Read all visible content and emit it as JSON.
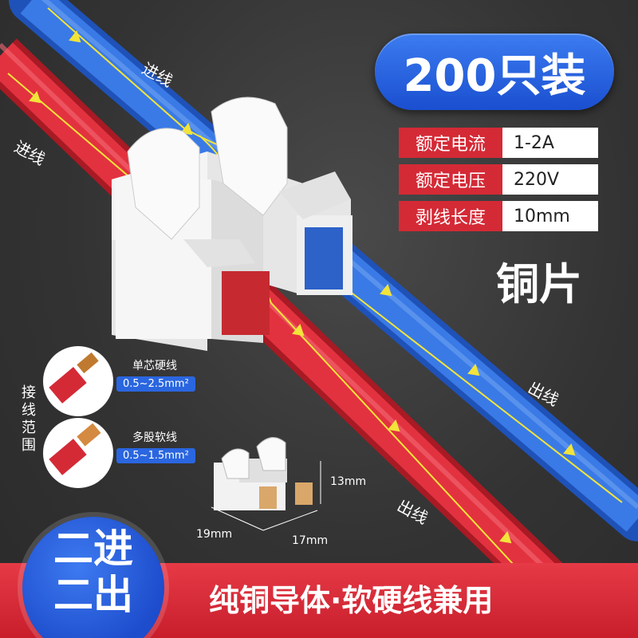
{
  "badge": {
    "quantity": "200只装"
  },
  "specs": [
    {
      "label": "额定电流",
      "value": "1-2A"
    },
    {
      "label": "额定电压",
      "value": "220V"
    },
    {
      "label": "剥线长度",
      "value": "10mm"
    }
  ],
  "material": "铜片",
  "wire_labels": {
    "in_blue": "进线",
    "in_red": "进线",
    "out_blue": "出线",
    "out_red": "出线"
  },
  "range": {
    "title": "接线范围",
    "solid": {
      "name": "单芯硬线",
      "size": "0.5~2.5mm²"
    },
    "stranded": {
      "name": "多股软线",
      "size": "0.5~1.5mm²"
    }
  },
  "dimensions": {
    "height": "13mm",
    "depth": "19mm",
    "width": "17mm"
  },
  "corner_badge": {
    "line1": "二进",
    "line2": "二出"
  },
  "footer": {
    "text": "纯铜导体·软硬线兼用"
  },
  "colors": {
    "blue": "#2f6ed8",
    "red": "#d42a36",
    "accent_blue": "#1a4fd0"
  }
}
